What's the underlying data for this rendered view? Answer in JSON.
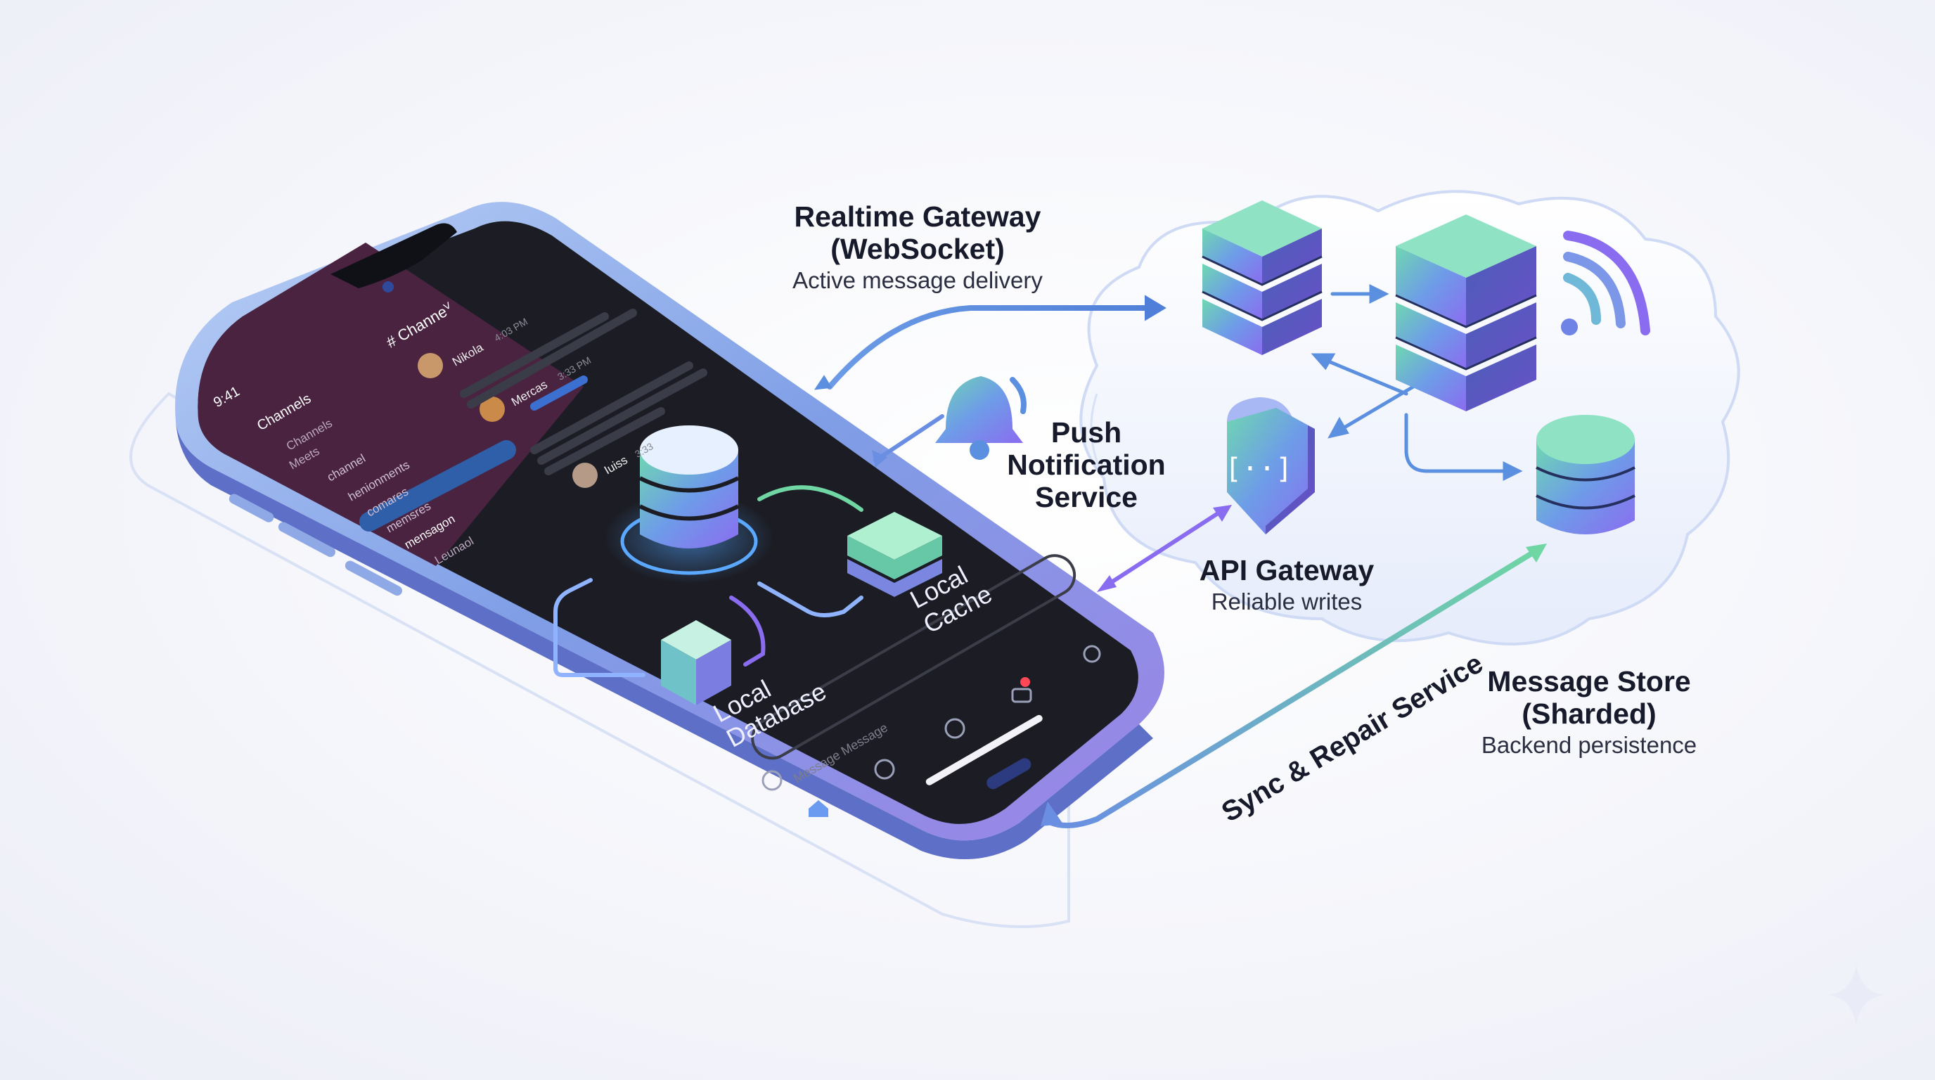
{
  "labels": {
    "realtime_title_1": "Realtime Gateway",
    "realtime_title_2": "(WebSocket)",
    "realtime_sub": "Active message delivery",
    "push_1": "Push",
    "push_2": "Notification",
    "push_3": "Service",
    "api_title": "API Gateway",
    "api_sub": "Reliable writes",
    "store_title_1": "Message Store",
    "store_title_2": "(Sharded)",
    "store_sub": "Backend persistence",
    "sync": "Sync & Repair Service",
    "local_db_1": "Local",
    "local_db_2": "Database",
    "local_cache_1": "Local",
    "local_cache_2": "Cache"
  },
  "phone": {
    "time": "9:41",
    "sidebar_title": "Channels",
    "sidebar_items": [
      "Channels",
      "Meets",
      "channel",
      "henionments",
      "comares",
      "memsres",
      "mensagon",
      "Leunaol"
    ],
    "header_channel": "# Channeⱽ",
    "messages": [
      {
        "name": "Nikola",
        "time": "4:03 PM"
      },
      {
        "name": "Mercas",
        "time": "3:33 PM"
      },
      {
        "name": "Iuiss",
        "time": "3:33"
      }
    ],
    "compose_placeholder": "Message Message"
  },
  "colors": {
    "accent_blue": "#5b8fe0",
    "accent_purple": "#8a6cf0",
    "accent_green": "#6fd6a4",
    "sidebar_purple": "#4a2340",
    "phone_frame": "#8fb0ec"
  }
}
